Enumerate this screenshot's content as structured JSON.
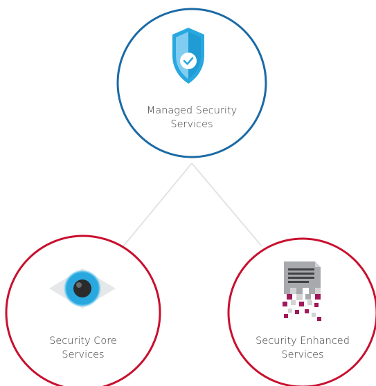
{
  "diagram": {
    "nodes": [
      {
        "id": "managed",
        "icon": "shield-check-icon",
        "label_lines": [
          "Managed Security",
          "Services"
        ],
        "ring_color": "#1b6aa5"
      },
      {
        "id": "core",
        "icon": "eye-icon",
        "label_lines": [
          "Security Core",
          "Services"
        ],
        "ring_color": "#c8102e"
      },
      {
        "id": "enhanced",
        "icon": "document-pixelate-icon",
        "label_lines": [
          "Security Enhanced",
          "Services"
        ],
        "ring_color": "#c8102e"
      }
    ],
    "edges": [
      {
        "from": "managed",
        "to": "core"
      },
      {
        "from": "managed",
        "to": "enhanced"
      }
    ],
    "colors": {
      "connector": "#e3e3e3",
      "icon_blue": "#29a8e0",
      "icon_light_blue": "#8fd3f4",
      "icon_gray": "#a7a9ac",
      "icon_dark_gray": "#58595b",
      "icon_magenta": "#a0195b"
    }
  }
}
